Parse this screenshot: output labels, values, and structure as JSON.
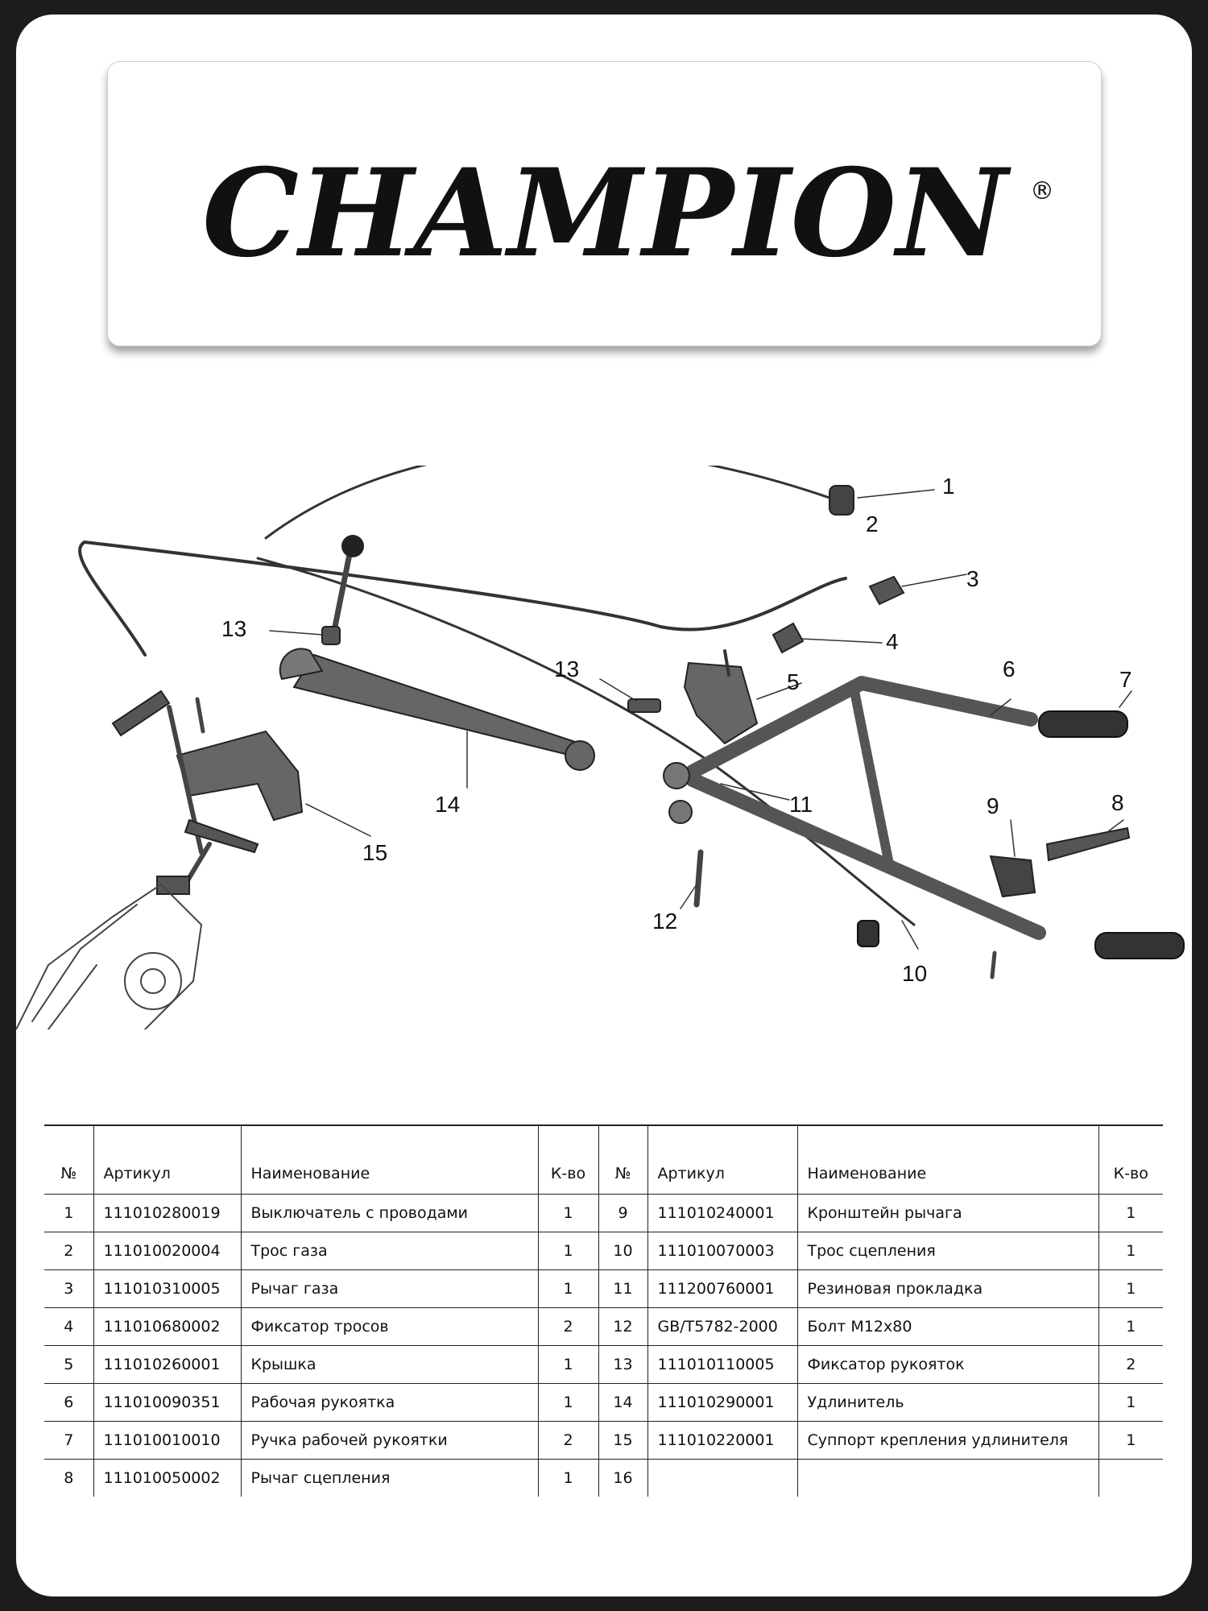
{
  "brand": {
    "name": "CHAMPION",
    "registered_mark": "®"
  },
  "diagram": {
    "callouts": [
      "1",
      "2",
      "3",
      "4",
      "5",
      "6",
      "7",
      "8",
      "9",
      "10",
      "11",
      "12",
      "13",
      "13",
      "14",
      "15"
    ]
  },
  "table": {
    "headers": {
      "num": "№",
      "article": "Артикул",
      "name": "Наименование",
      "qty": "К-во"
    },
    "left": [
      {
        "num": "1",
        "article": "111010280019",
        "name": "Выключатель с проводами",
        "qty": "1"
      },
      {
        "num": "2",
        "article": "111010020004",
        "name": "Трос газа",
        "qty": "1"
      },
      {
        "num": "3",
        "article": "111010310005",
        "name": "Рычаг газа",
        "qty": "1"
      },
      {
        "num": "4",
        "article": "111010680002",
        "name": "Фиксатор тросов",
        "qty": "2"
      },
      {
        "num": "5",
        "article": "111010260001",
        "name": "Крышка",
        "qty": "1"
      },
      {
        "num": "6",
        "article": "111010090351",
        "name": "Рабочая рукоятка",
        "qty": "1"
      },
      {
        "num": "7",
        "article": "111010010010",
        "name": "Ручка рабочей рукоятки",
        "qty": "2"
      },
      {
        "num": "8",
        "article": "111010050002",
        "name": "Рычаг сцепления",
        "qty": "1"
      }
    ],
    "right": [
      {
        "num": "9",
        "article": "111010240001",
        "name": "Кронштейн рычага",
        "qty": "1"
      },
      {
        "num": "10",
        "article": "111010070003",
        "name": "Трос сцепления",
        "qty": "1"
      },
      {
        "num": "11",
        "article": "111200760001",
        "name": "Резиновая прокладка",
        "qty": "1"
      },
      {
        "num": "12",
        "article": "GB/T5782-2000",
        "name": "Болт М12х80",
        "qty": "1"
      },
      {
        "num": "13",
        "article": "111010110005",
        "name": "Фиксатор рукояток",
        "qty": "2"
      },
      {
        "num": "14",
        "article": "111010290001",
        "name": "Удлинитель",
        "qty": "1"
      },
      {
        "num": "15",
        "article": "111010220001",
        "name": "Суппорт крепления удлинителя",
        "qty": "1"
      },
      {
        "num": "16",
        "article": "",
        "name": "",
        "qty": ""
      }
    ]
  }
}
